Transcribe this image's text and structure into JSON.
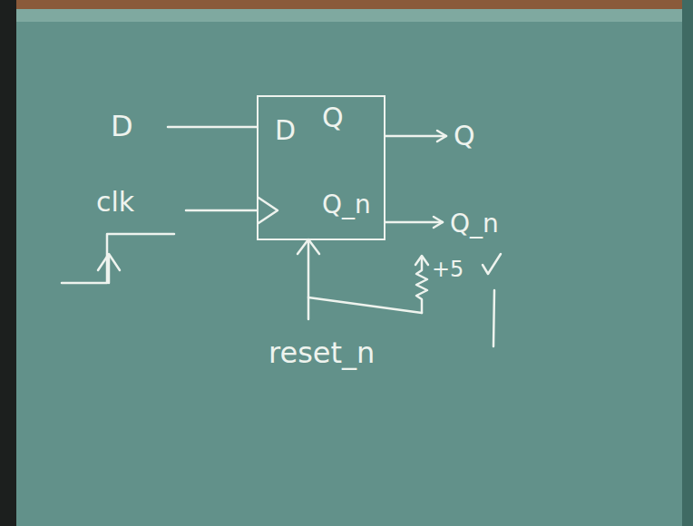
{
  "diagram": {
    "nodes": [
      {
        "text": [
          "D",
          "Q",
          "Q_n"
        ]
      }
    ],
    "labels": [
      "D",
      "clk",
      "Q",
      "Q_n",
      "+5",
      "reset_n"
    ]
  }
}
